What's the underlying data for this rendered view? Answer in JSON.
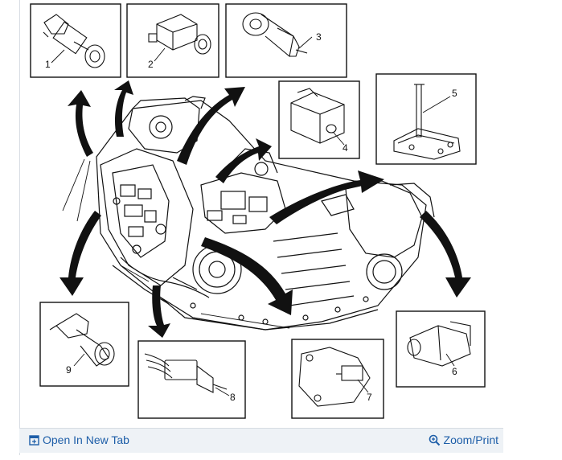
{
  "callouts": [
    "1",
    "2",
    "3",
    "4",
    "5",
    "6",
    "7",
    "8",
    "9"
  ],
  "footer": {
    "open_in_new_tab": "Open In New Tab",
    "zoom_print": "Zoom/Print"
  },
  "colors": {
    "link": "#1d5ea8",
    "footer_bg": "#eef2f6",
    "ink": "#111111"
  },
  "icons": {
    "open_tab": "open-new-tab-icon",
    "zoom": "magnifier-plus-icon"
  }
}
